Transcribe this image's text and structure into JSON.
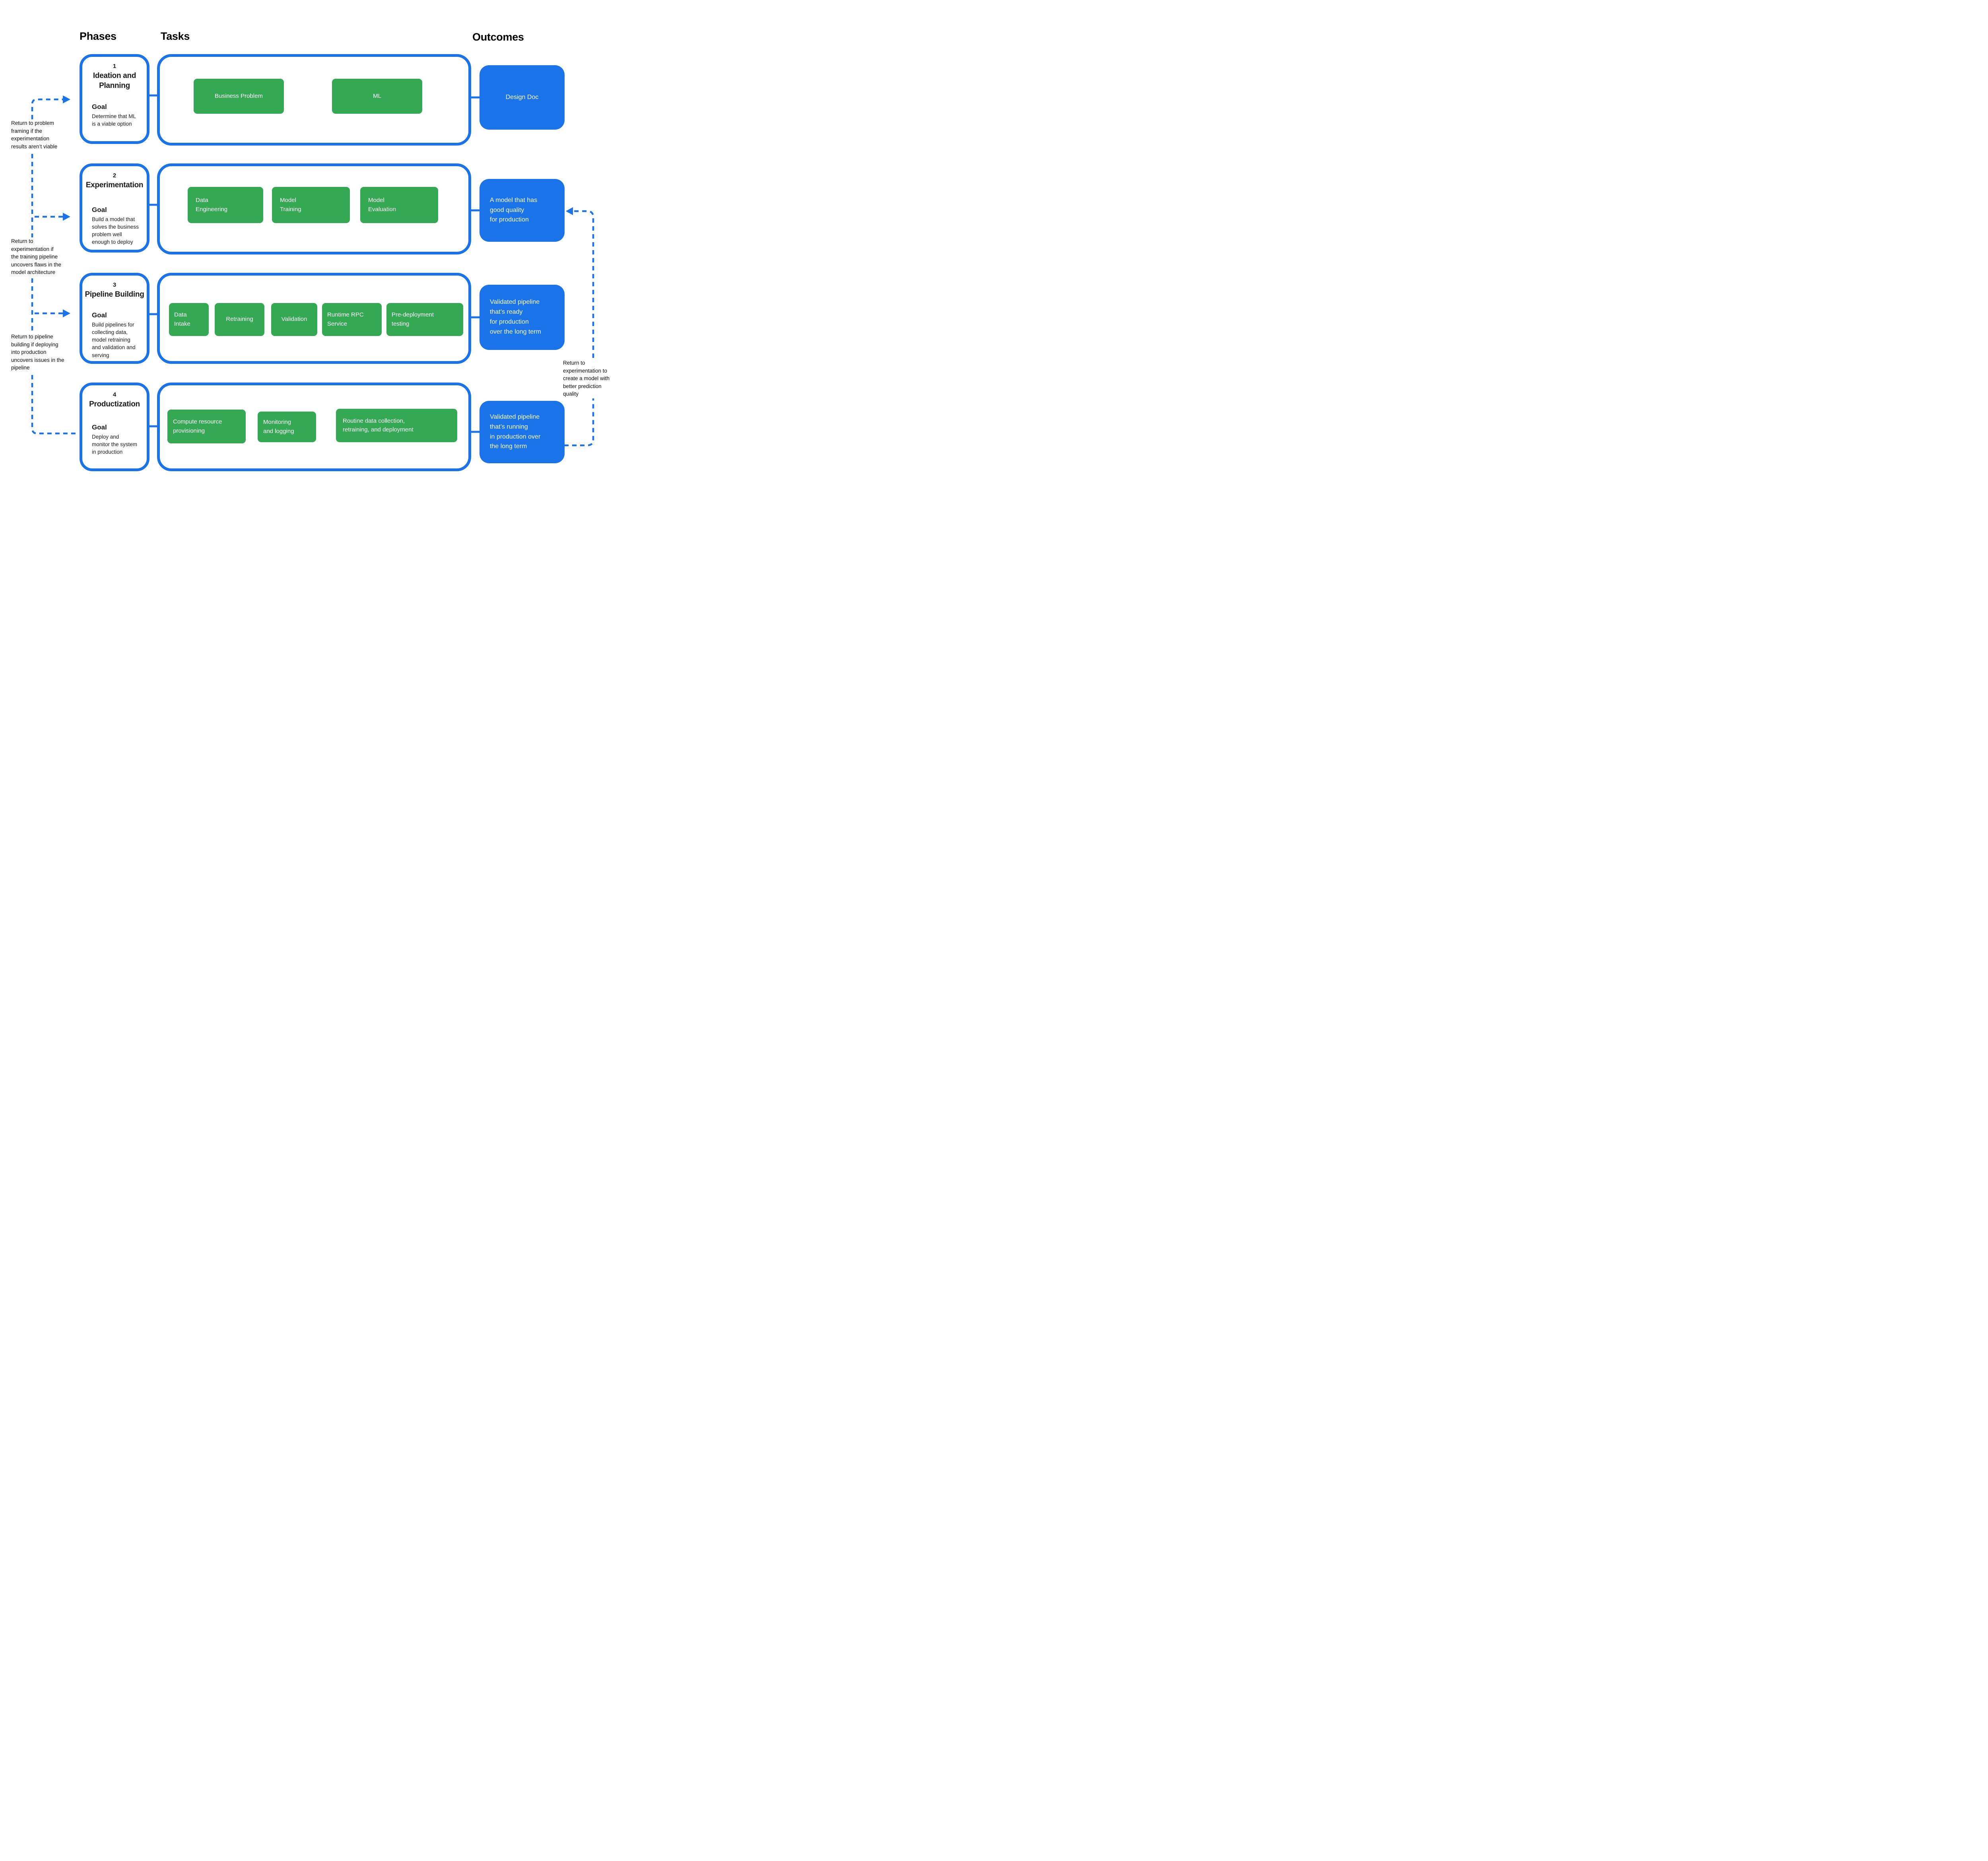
{
  "colors": {
    "blue": "#1a73e8",
    "green": "#34a853",
    "text": "#000000",
    "white": "#ffffff"
  },
  "headers": {
    "phases": "Phases",
    "tasks": "Tasks",
    "outcomes": "Outcomes"
  },
  "rows": [
    {
      "number": "1",
      "title": "Ideation and\nPlanning",
      "goal_label": "Goal",
      "goal": "Determine that ML\nis a viable option",
      "tasks": [
        {
          "label": "Business Problem"
        },
        {
          "label": "ML"
        }
      ],
      "outcome": "Design Doc"
    },
    {
      "number": "2",
      "title": "Experimentation",
      "goal_label": "Goal",
      "goal": "Build a model that\nsolves the business\nproblem well\nenough to deploy",
      "tasks": [
        {
          "label": "Data\nEngineering"
        },
        {
          "label": "Model\nTraining"
        },
        {
          "label": "Model\nEvaluation"
        }
      ],
      "outcome": "A model that has\ngood quality\nfor production"
    },
    {
      "number": "3",
      "title": "Pipeline Building",
      "goal_label": "Goal",
      "goal": "Build pipelines for\ncollecting data,\nmodel retraining\nand validation and\nserving",
      "tasks": [
        {
          "label": "Data\nIntake"
        },
        {
          "label": "Retraining"
        },
        {
          "label": "Validation"
        },
        {
          "label": "Runtime RPC\nService"
        },
        {
          "label": "Pre-deployment\ntesting"
        }
      ],
      "outcome": "Validated pipeline\nthat’s ready\nfor production\nover the long term"
    },
    {
      "number": "4",
      "title": "Productization",
      "goal_label": "Goal",
      "goal": "Deploy and\nmonitor the system\nin production",
      "tasks": [
        {
          "label": "Compute  resource\nprovisioning"
        },
        {
          "label": "Monitoring\nand logging"
        },
        {
          "label": "Routine data collection,\nretraining, and deployment"
        }
      ],
      "outcome": "Validated pipeline\nthat’s running\nin production over\nthe long term"
    }
  ],
  "notes": {
    "left1": "Return to problem\nframing if the\nexperimentation\nresults aren’t viable",
    "left2": "Return to\nexperimentation if\nthe training pipeline\nuncovers flaws in the\nmodel architecture",
    "left3": "Return to pipeline\nbuilding if deploying\ninto production\nuncovers issues in the\npipeline",
    "right": "Return to\nexperimentation to\ncreate a model with\nbetter prediction\nquality"
  }
}
